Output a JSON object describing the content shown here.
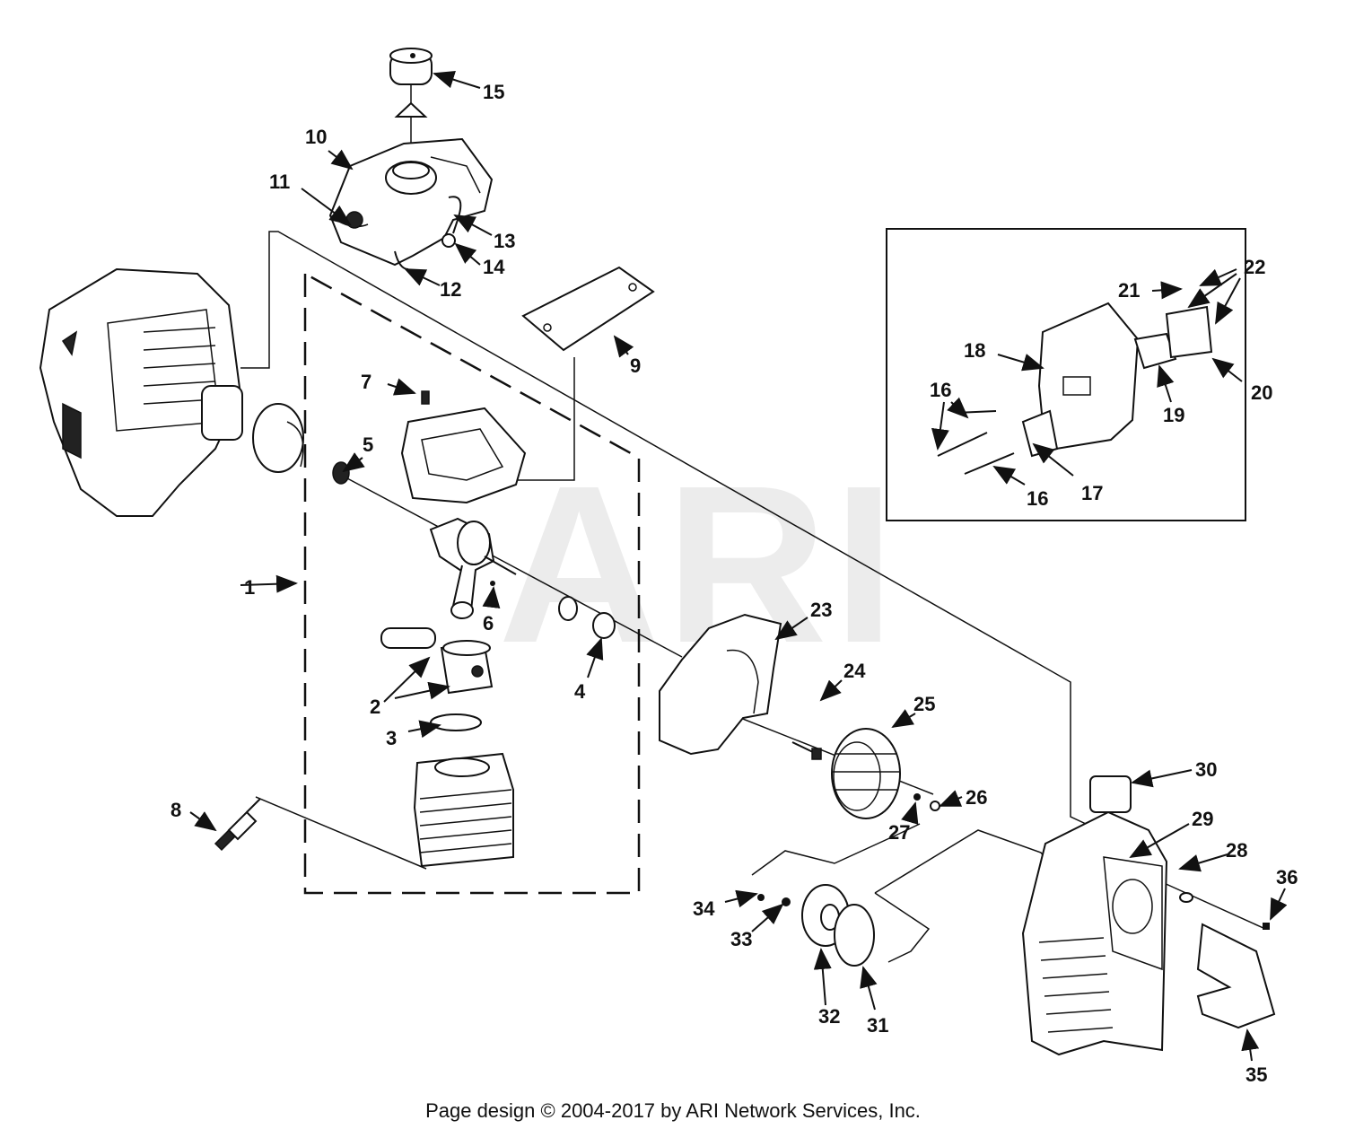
{
  "watermark": "ARI",
  "footer": {
    "credit": "Page design © 2004-2017 by ARI Network Services, Inc."
  },
  "callouts": [
    {
      "id": "1",
      "text": "1"
    },
    {
      "id": "2",
      "text": "2"
    },
    {
      "id": "3",
      "text": "3"
    },
    {
      "id": "4",
      "text": "4"
    },
    {
      "id": "5",
      "text": "5"
    },
    {
      "id": "6",
      "text": "6"
    },
    {
      "id": "7",
      "text": "7"
    },
    {
      "id": "8",
      "text": "8"
    },
    {
      "id": "9",
      "text": "9"
    },
    {
      "id": "10",
      "text": "10"
    },
    {
      "id": "11",
      "text": "11"
    },
    {
      "id": "12",
      "text": "12"
    },
    {
      "id": "13",
      "text": "13"
    },
    {
      "id": "14",
      "text": "14"
    },
    {
      "id": "15",
      "text": "15"
    },
    {
      "id": "16a",
      "text": "16"
    },
    {
      "id": "16b",
      "text": "16"
    },
    {
      "id": "17",
      "text": "17"
    },
    {
      "id": "18",
      "text": "18"
    },
    {
      "id": "19",
      "text": "19"
    },
    {
      "id": "20",
      "text": "20"
    },
    {
      "id": "21",
      "text": "21"
    },
    {
      "id": "22",
      "text": "22"
    },
    {
      "id": "23",
      "text": "23"
    },
    {
      "id": "24",
      "text": "24"
    },
    {
      "id": "25",
      "text": "25"
    },
    {
      "id": "26",
      "text": "26"
    },
    {
      "id": "27",
      "text": "27"
    },
    {
      "id": "28",
      "text": "28"
    },
    {
      "id": "29",
      "text": "29"
    },
    {
      "id": "30",
      "text": "30"
    },
    {
      "id": "31",
      "text": "31"
    },
    {
      "id": "32",
      "text": "32"
    },
    {
      "id": "33",
      "text": "33"
    },
    {
      "id": "34",
      "text": "34"
    },
    {
      "id": "35",
      "text": "35"
    },
    {
      "id": "36",
      "text": "36"
    }
  ]
}
